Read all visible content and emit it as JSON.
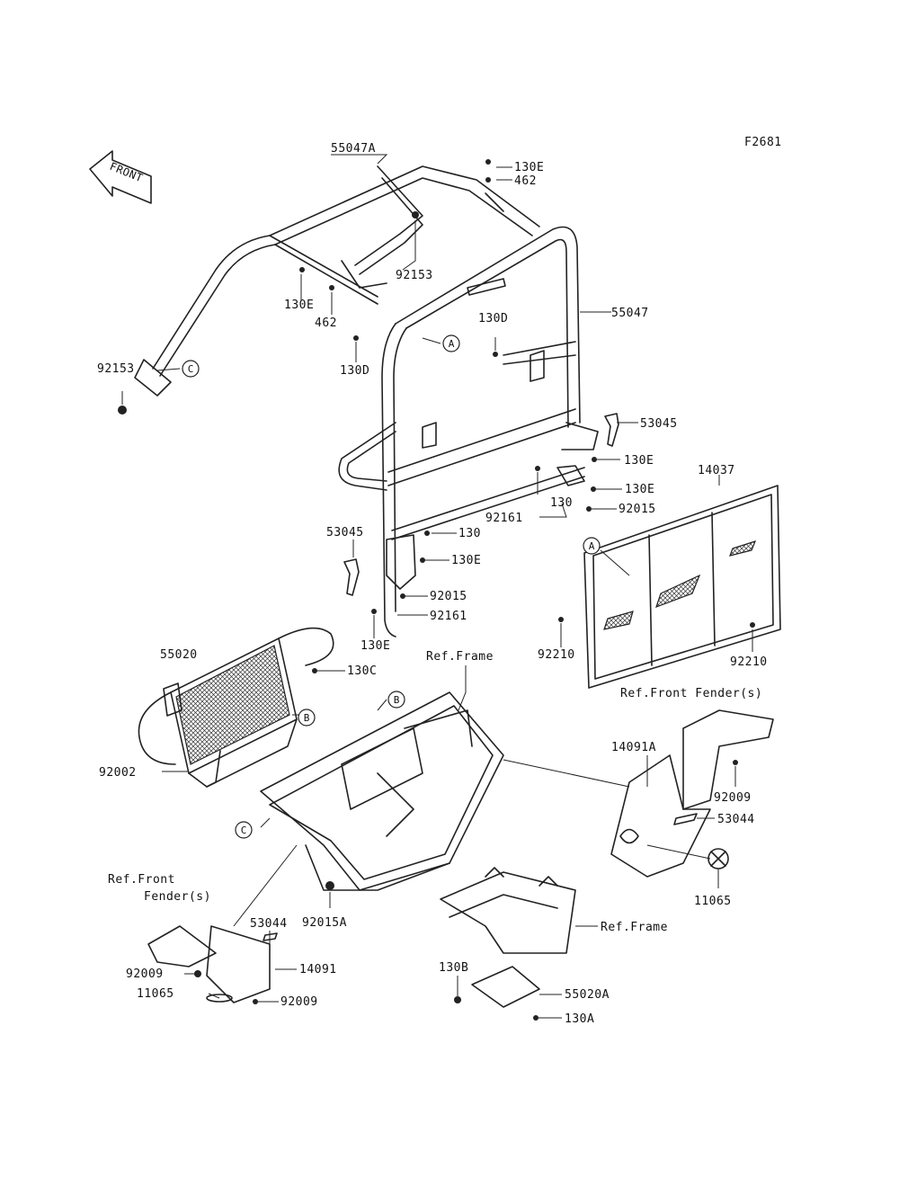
{
  "diagram_code": "F2681",
  "front_arrow": "FRONT",
  "labels": {
    "p55047A": "55047A",
    "p130E_top": "130E",
    "p462_top": "462",
    "p92153_top": "92153",
    "p130E_left": "130E",
    "p462_left": "462",
    "p55047": "55047",
    "p130D_right": "130D",
    "p130D_left": "130D",
    "p92153_left": "92153",
    "pC_upper": "C",
    "pA_upper": "A",
    "p53045_right": "53045",
    "p130E_r1": "130E",
    "p130E_r2": "130E",
    "p130_r": "130",
    "p92161_r": "92161",
    "p92015_r": "92015",
    "p14037": "14037",
    "p53045_left": "53045",
    "p130_l": "130",
    "p130E_l1": "130E",
    "p92015_l": "92015",
    "p92161_l": "92161",
    "p130E_l2": "130E",
    "pA_lower": "A",
    "p92210_l": "92210",
    "p92210_r": "92210",
    "p55020": "55020",
    "p130C": "130C",
    "refFrame_top": "Ref.Frame",
    "pB_right": "B",
    "pB_left": "B",
    "refFrontFender_r": "Ref.Front Fender(s)",
    "p14091A": "14091A",
    "p92009_r": "92009",
    "p53044_r": "53044",
    "p11065_r": "11065",
    "p92002": "92002",
    "pC_lower": "C",
    "refFrontFender_l1": "Ref.Front",
    "refFrontFender_l2": "Fender(s)",
    "p53044_l": "53044",
    "p92015A": "92015A",
    "p92009_l1": "92009",
    "p14091": "14091",
    "p11065_l": "11065",
    "p92009_l2": "92009",
    "refFrame_bottom": "Ref.Frame",
    "p130B": "130B",
    "p55020A": "55020A",
    "p130A": "130A"
  }
}
